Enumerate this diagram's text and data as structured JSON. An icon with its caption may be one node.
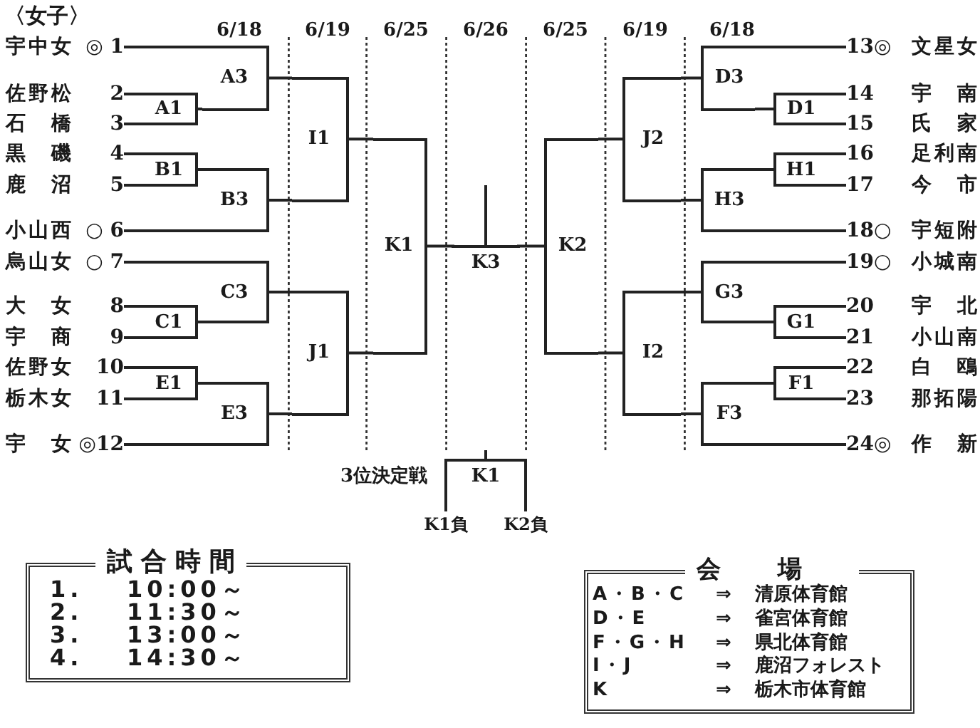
{
  "diagram": {
    "title": "〈女子〉",
    "nodes": [
      {
        "text": [
          "宇中女",
          "◎ 1"
        ]
      },
      {
        "text": [
          "佐野松",
          "2"
        ]
      },
      {
        "text": [
          "石橋",
          "3"
        ]
      },
      {
        "text": [
          "黒磯",
          "4"
        ]
      },
      {
        "text": [
          "鹿沼",
          "5"
        ]
      },
      {
        "text": [
          "小山西",
          "○ 6"
        ]
      },
      {
        "text": [
          "烏山女",
          "○ 7"
        ]
      },
      {
        "text": [
          "大女",
          "8"
        ]
      },
      {
        "text": [
          "宇商",
          "9"
        ]
      },
      {
        "text": [
          "佐野女",
          "10"
        ]
      },
      {
        "text": [
          "栃木女",
          "11"
        ]
      },
      {
        "text": [
          "宇女",
          "◎12"
        ]
      },
      {
        "text": [
          "A3"
        ]
      },
      {
        "text": [
          "A1"
        ]
      },
      {
        "text": [
          "B1"
        ]
      },
      {
        "text": [
          "B3"
        ]
      },
      {
        "text": [
          "C3"
        ]
      },
      {
        "text": [
          "C1"
        ]
      },
      {
        "text": [
          "E1"
        ]
      },
      {
        "text": [
          "E3"
        ]
      },
      {
        "text": [
          "I1"
        ]
      },
      {
        "text": [
          "J1"
        ]
      },
      {
        "text": [
          "K1"
        ]
      },
      {
        "text": [
          "K3"
        ]
      },
      {
        "text": [
          "K2"
        ]
      },
      {
        "text": [
          "J2"
        ]
      },
      {
        "text": [
          "I2"
        ]
      },
      {
        "text": [
          "D3"
        ]
      },
      {
        "text": [
          "D1"
        ]
      },
      {
        "text": [
          "H1"
        ]
      },
      {
        "text": [
          "H3"
        ]
      },
      {
        "text": [
          "G3"
        ]
      },
      {
        "text": [
          "G1"
        ]
      },
      {
        "text": [
          "F1"
        ]
      },
      {
        "text": [
          "F3"
        ]
      },
      {
        "text": [
          "13◎",
          "文星女"
        ]
      },
      {
        "text": [
          "14",
          "宇南"
        ]
      },
      {
        "text": [
          "15",
          "氏家"
        ]
      },
      {
        "text": [
          "16",
          "足利南"
        ]
      },
      {
        "text": [
          "17",
          "今市"
        ]
      },
      {
        "text": [
          "18○",
          "宇短附"
        ]
      },
      {
        "text": [
          "19○",
          "小城南"
        ]
      },
      {
        "text": [
          "20",
          "宇北"
        ]
      },
      {
        "text": [
          "21",
          "小山南"
        ]
      },
      {
        "text": [
          "22",
          "白鴎"
        ]
      },
      {
        "text": [
          "23",
          "那拓陽"
        ]
      },
      {
        "text": [
          "24◎",
          "作新"
        ]
      },
      {
        "text": [
          "K1"
        ],
        "beside": [
          "3位決定戦"
        ]
      },
      {
        "text": [
          "K1負"
        ]
      },
      {
        "text": [
          "K2負"
        ]
      },
      {
        "text": [
          "試合時間",
          "1.",
          "10:00～",
          "2.",
          "11:30～",
          "3.",
          "13:00～",
          "4.",
          "14:30～"
        ]
      },
      {
        "text": [
          "会場",
          "A・B・C",
          "⇒",
          "清原体育館",
          "D・E",
          "⇒",
          "雀宮体育館",
          "F・G・H",
          "⇒",
          "県北体育館",
          "I・J",
          "⇒",
          "鹿沼フォレスト",
          "K",
          "⇒",
          "栃木市体育館"
        ]
      }
    ],
    "edges": [
      {
        "from": 0,
        "to": 12,
        "arrow": "none"
      },
      {
        "from": 1,
        "to": 13,
        "arrow": "none"
      },
      {
        "from": 2,
        "to": 13,
        "arrow": "none"
      },
      {
        "from": 13,
        "to": 12,
        "arrow": "none"
      },
      {
        "from": 3,
        "to": 14,
        "arrow": "none"
      },
      {
        "from": 4,
        "to": 14,
        "arrow": "none"
      },
      {
        "from": 14,
        "to": 15,
        "arrow": "none"
      },
      {
        "from": 5,
        "to": 15,
        "arrow": "none"
      },
      {
        "from": 6,
        "to": 16,
        "arrow": "none"
      },
      {
        "from": 7,
        "to": 17,
        "arrow": "none"
      },
      {
        "from": 8,
        "to": 17,
        "arrow": "none"
      },
      {
        "from": 17,
        "to": 16,
        "arrow": "none"
      },
      {
        "from": 9,
        "to": 18,
        "arrow": "none"
      },
      {
        "from": 10,
        "to": 18,
        "arrow": "none"
      },
      {
        "from": 18,
        "to": 19,
        "arrow": "none"
      },
      {
        "from": 11,
        "to": 19,
        "arrow": "none"
      },
      {
        "from": 12,
        "to": 20,
        "arrow": "none"
      },
      {
        "from": 15,
        "to": 20,
        "arrow": "none"
      },
      {
        "from": 16,
        "to": 21,
        "arrow": "none"
      },
      {
        "from": 19,
        "to": 21,
        "arrow": "none"
      },
      {
        "from": 20,
        "to": 22,
        "arrow": "none"
      },
      {
        "from": 21,
        "to": 22,
        "arrow": "none"
      },
      {
        "from": 22,
        "to": 23,
        "arrow": "none"
      },
      {
        "from": 24,
        "to": 23,
        "arrow": "none"
      },
      {
        "from": 23,
        "to": null,
        "arrow": "none"
      },
      {
        "from": 25,
        "to": 24,
        "arrow": "none"
      },
      {
        "from": 26,
        "to": 24,
        "arrow": "none"
      },
      {
        "from": 27,
        "to": 25,
        "arrow": "none"
      },
      {
        "from": 30,
        "to": 25,
        "arrow": "none"
      },
      {
        "from": 31,
        "to": 26,
        "arrow": "none"
      },
      {
        "from": 34,
        "to": 26,
        "arrow": "none"
      },
      {
        "from": 35,
        "to": 27,
        "arrow": "none"
      },
      {
        "from": 28,
        "to": 27,
        "arrow": "none"
      },
      {
        "from": 36,
        "to": 28,
        "arrow": "none"
      },
      {
        "from": 37,
        "to": 28,
        "arrow": "none"
      },
      {
        "from": 38,
        "to": 29,
        "arrow": "none"
      },
      {
        "from": 39,
        "to": 29,
        "arrow": "none"
      },
      {
        "from": 29,
        "to": 30,
        "arrow": "none"
      },
      {
        "from": 40,
        "to": 30,
        "arrow": "none"
      },
      {
        "from": 41,
        "to": 31,
        "arrow": "none"
      },
      {
        "from": 32,
        "to": 31,
        "arrow": "none"
      },
      {
        "from": 42,
        "to": 32,
        "arrow": "none"
      },
      {
        "from": 43,
        "to": 32,
        "arrow": "none"
      },
      {
        "from": 44,
        "to": 33,
        "arrow": "none"
      },
      {
        "from": 45,
        "to": 33,
        "arrow": "none"
      },
      {
        "from": 33,
        "to": 34,
        "arrow": "none"
      },
      {
        "from": 46,
        "to": 34,
        "arrow": "none"
      },
      {
        "from": 48,
        "to": 47,
        "arrow": "none"
      },
      {
        "from": 49,
        "to": 47,
        "arrow": "none"
      },
      {
        "from": 47,
        "to": null,
        "arrow": "none"
      }
    ],
    "labels": [
      "6/18",
      "6/19",
      "6/25",
      "6/26",
      "6/25",
      "6/19",
      "6/18"
    ]
  }
}
